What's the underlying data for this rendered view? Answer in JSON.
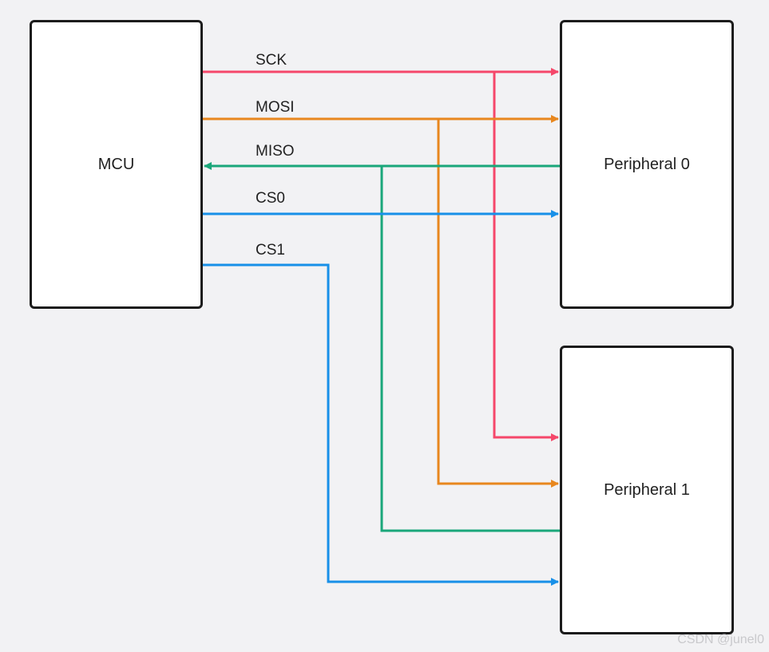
{
  "blocks": {
    "mcu": "MCU",
    "peripheral0": "Peripheral 0",
    "peripheral1": "Peripheral 1"
  },
  "signals": {
    "sck": "SCK",
    "mosi": "MOSI",
    "miso": "MISO",
    "cs0": "CS0",
    "cs1": "CS1"
  },
  "colors": {
    "sck": "#f5476a",
    "mosi": "#e8871e",
    "miso": "#1aa77a",
    "cs": "#1890e8"
  },
  "watermark": "CSDN @junel0"
}
